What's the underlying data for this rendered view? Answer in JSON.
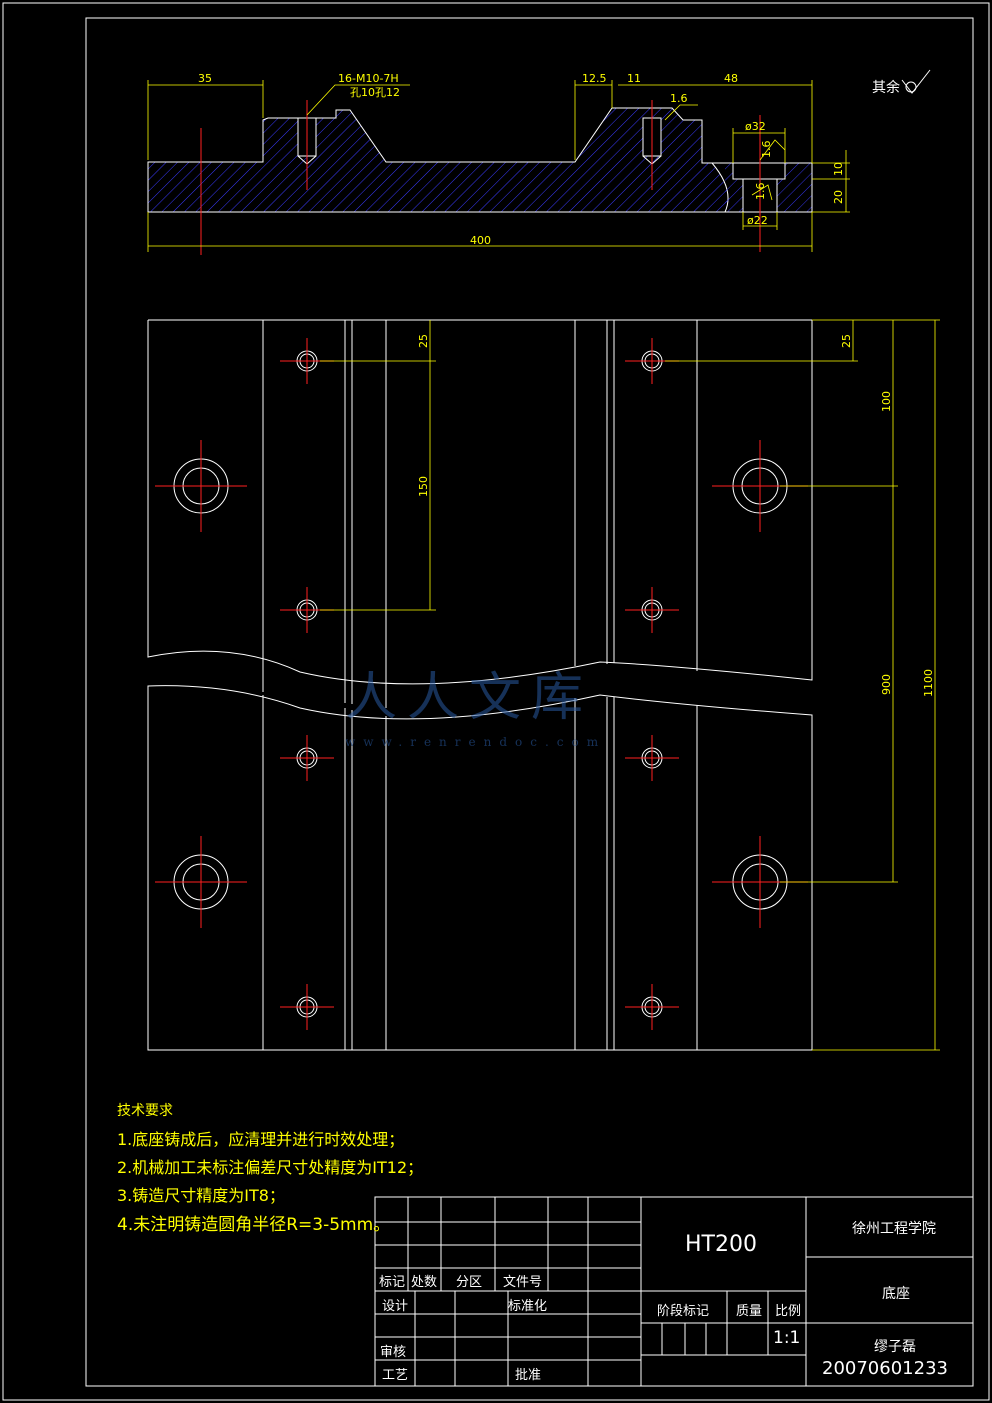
{
  "drawing": {
    "dimensions": {
      "d35": "35",
      "thread_note_1": "16-M10-7H",
      "thread_note_2": "孔10孔12",
      "d12_5": "12.5",
      "d11": "11",
      "d48": "48",
      "rough_top": "1.6",
      "dia32": "ø32",
      "rough_side1": "1.6",
      "rough_side2": "1.6",
      "d10": "10",
      "d20": "20",
      "dia22": "ø22",
      "d400": "400",
      "d25_left": "25",
      "d150": "150",
      "d25_right": "25",
      "d100": "100",
      "d900": "900",
      "d1100": "1100"
    },
    "surface_note": "其余"
  },
  "tech_requirements": {
    "title": "技术要求",
    "items": [
      "1.底座铸成后，应清理并进行时效处理；",
      "2.机械加工未标注偏差尺寸处精度为IT12；",
      "3.铸造尺寸精度为IT8；",
      "4.未注明铸造圆角半径R=3-5mm。"
    ]
  },
  "title_block": {
    "material": "HT200",
    "school": "徐州工程学院",
    "part_name": "底座",
    "designer": "缪子磊",
    "student_id": "20070601233",
    "labels": {
      "biaoji": "标记",
      "chushu": "处数",
      "fenqu": "分区",
      "wenjianhao": "文件号",
      "sheji": "设计",
      "biaozhunhua": "标准化",
      "shenhe": "审核",
      "gongyi": "工艺",
      "pizhun": "批准",
      "jieduan": "阶段标记",
      "zhiliang": "质量",
      "bili": "比例"
    },
    "scale": "1:1"
  },
  "watermark": {
    "title": "人人文库",
    "url": "www.renrendoc.com"
  }
}
